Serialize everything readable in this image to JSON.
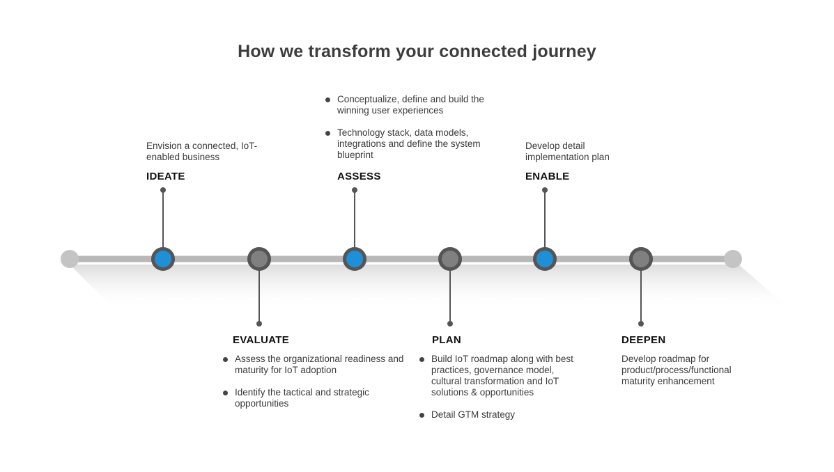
{
  "title": "How we transform your connected journey",
  "colors": {
    "track": "#b8b8b8",
    "node_ring": "#555555",
    "node_active": "#1f8fd6",
    "node_inactive": "#808080",
    "end_cap": "#c4c4c4",
    "connector": "#555555"
  },
  "stages": [
    {
      "id": "ideate",
      "label": "IDEATE",
      "active": true,
      "description": "Envision a connected, IoT-enabled business"
    },
    {
      "id": "evaluate",
      "label": "EVALUATE",
      "active": false,
      "bullets": [
        "Assess the organizational readiness and maturity for IoT adoption",
        "Identify the tactical and strategic opportunities"
      ]
    },
    {
      "id": "assess",
      "label": "ASSESS",
      "active": true,
      "bullets": [
        "Conceptualize, define and build the winning user experiences",
        "Technology stack, data models, integrations and define the system blueprint"
      ]
    },
    {
      "id": "plan",
      "label": "PLAN",
      "active": false,
      "bullets": [
        "Build IoT roadmap along with best practices, governance model, cultural transformation and IoT solutions & opportunities",
        "Detail GTM strategy"
      ]
    },
    {
      "id": "enable",
      "label": "ENABLE",
      "active": true,
      "description": "Develop detail implementation plan"
    },
    {
      "id": "deepen",
      "label": "DEEPEN",
      "active": false,
      "description": "Develop roadmap for product/process/functional maturity enhancement"
    }
  ]
}
